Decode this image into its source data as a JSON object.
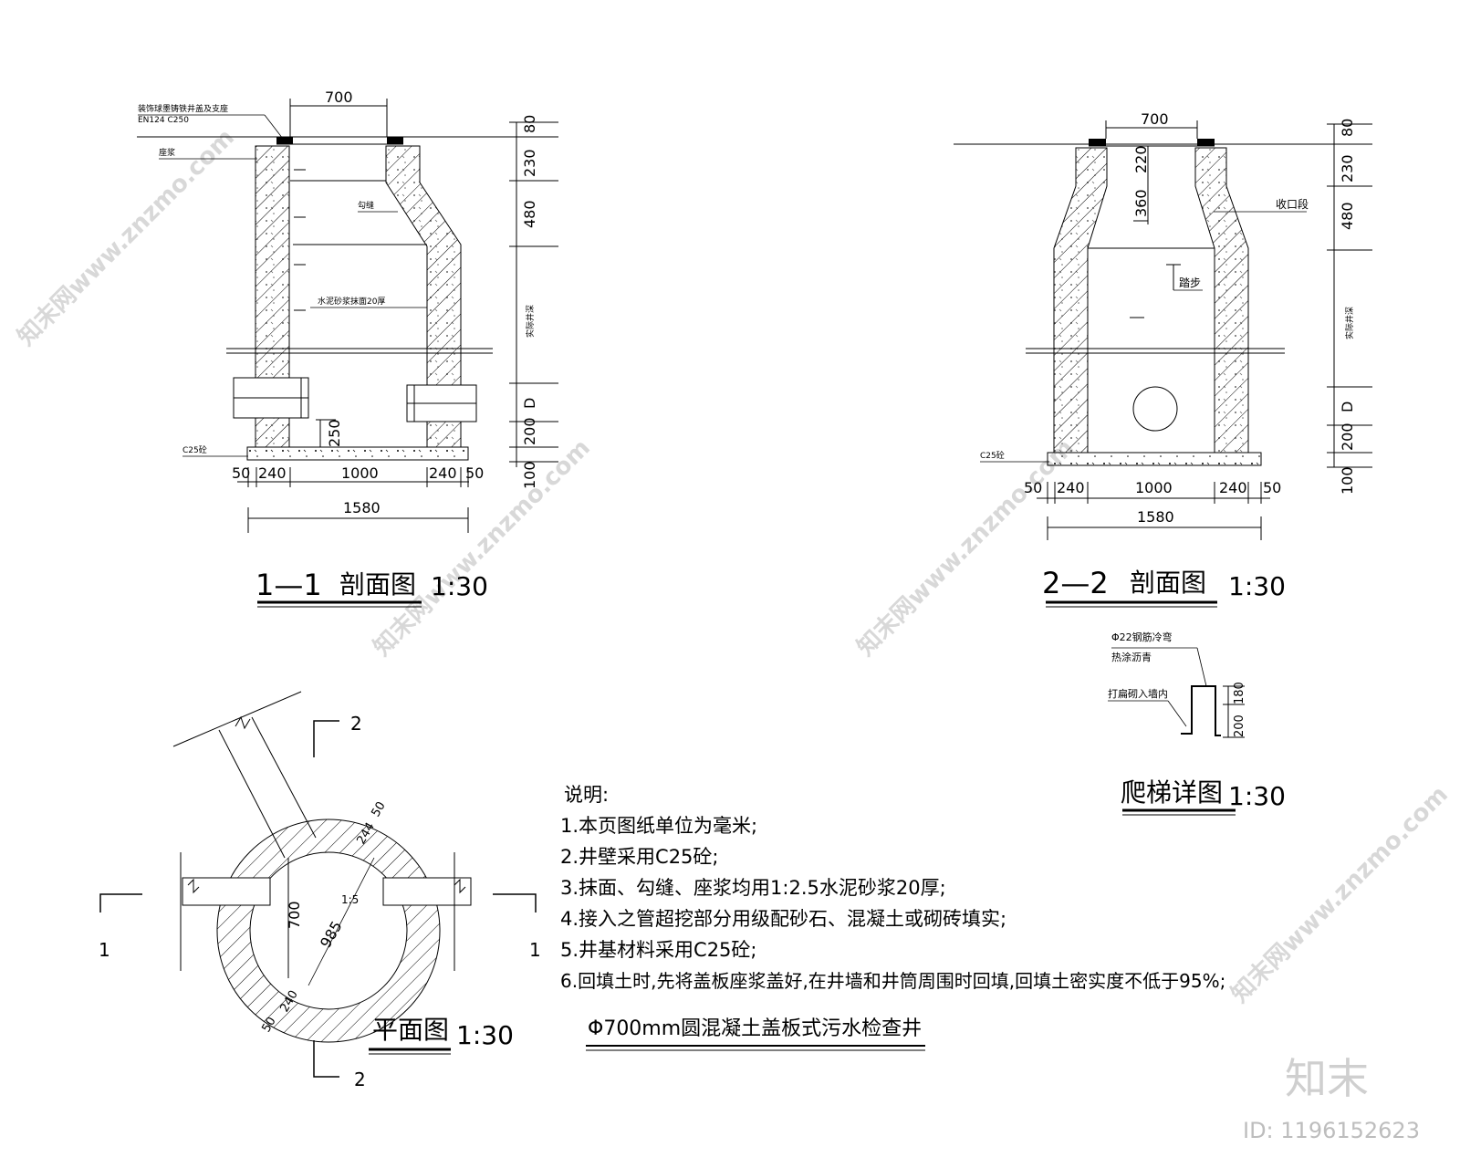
{
  "section11": {
    "top_width": "700",
    "cover_note_line1": "装饰球墨铸铁井盖及支座",
    "cover_note_line2": "EN124    C250",
    "ground_label": "座浆",
    "joint_label": "勾缝",
    "plaster_label": "水泥砂浆抹面20厚",
    "depth_label": "实际井深",
    "d_label": "D",
    "h80": "80",
    "h230": "230",
    "h480": "480",
    "h200": "200",
    "h100": "100",
    "h250": "250",
    "base_label": "C25砼",
    "b50a": "50",
    "b240a": "240",
    "b1000": "1000",
    "b240b": "240",
    "b50b": "50",
    "total": "1580",
    "title": "1—1",
    "title_suffix": "剖面图",
    "scale": "1:30"
  },
  "section22": {
    "top_width": "700",
    "v220": "220",
    "v360": "360",
    "neck_label": "收口段",
    "step_label": "踏步",
    "depth_label": "实际井深",
    "d_label": "D",
    "h80": "80",
    "h230": "230",
    "h480": "480",
    "h200": "200",
    "h100": "100",
    "base_label": "C25砼",
    "b50a": "50",
    "b240a": "240",
    "b1000": "1000",
    "b240b": "240",
    "b50b": "50",
    "total": "1580",
    "title": "2—2",
    "title_suffix": "剖面图",
    "scale": "1:30"
  },
  "ladder": {
    "rebar_line1": "Φ22钢筋冷弯",
    "rebar_line2": "热涂沥青",
    "embed_label": "打扁砌入墙内",
    "d180": "180",
    "d200": "200",
    "title": "爬梯详图",
    "scale": "1:30"
  },
  "plan": {
    "d700": "700",
    "d985": "985",
    "r50a": "50",
    "r244": "244",
    "r240": "240",
    "r50b": "50",
    "ang": "1:5",
    "cut1": "1",
    "cut2": "2",
    "title": "平面图",
    "scale": "1:30"
  },
  "notes": {
    "heading": "说明:",
    "items": [
      "1.本页图纸单位为毫米;",
      "2.井壁采用C25砼;",
      "3.抹面、勾缝、座浆均用1:2.5水泥砂浆20厚;",
      "4.接入之管超挖部分用级配砂石、混凝土或砌砖填实;",
      "5.井基材料采用C25砼;",
      "6.回填土时,先将盖板座浆盖好,在井墙和井筒周围时回填,回填土密实度不低于95%;"
    ]
  },
  "drawing_title": "Φ700mm圆混凝土盖板式污水检查井",
  "watermark": {
    "text": "知末网www.znzmo.com",
    "logo": "知末",
    "id": "ID: 1196152623"
  }
}
